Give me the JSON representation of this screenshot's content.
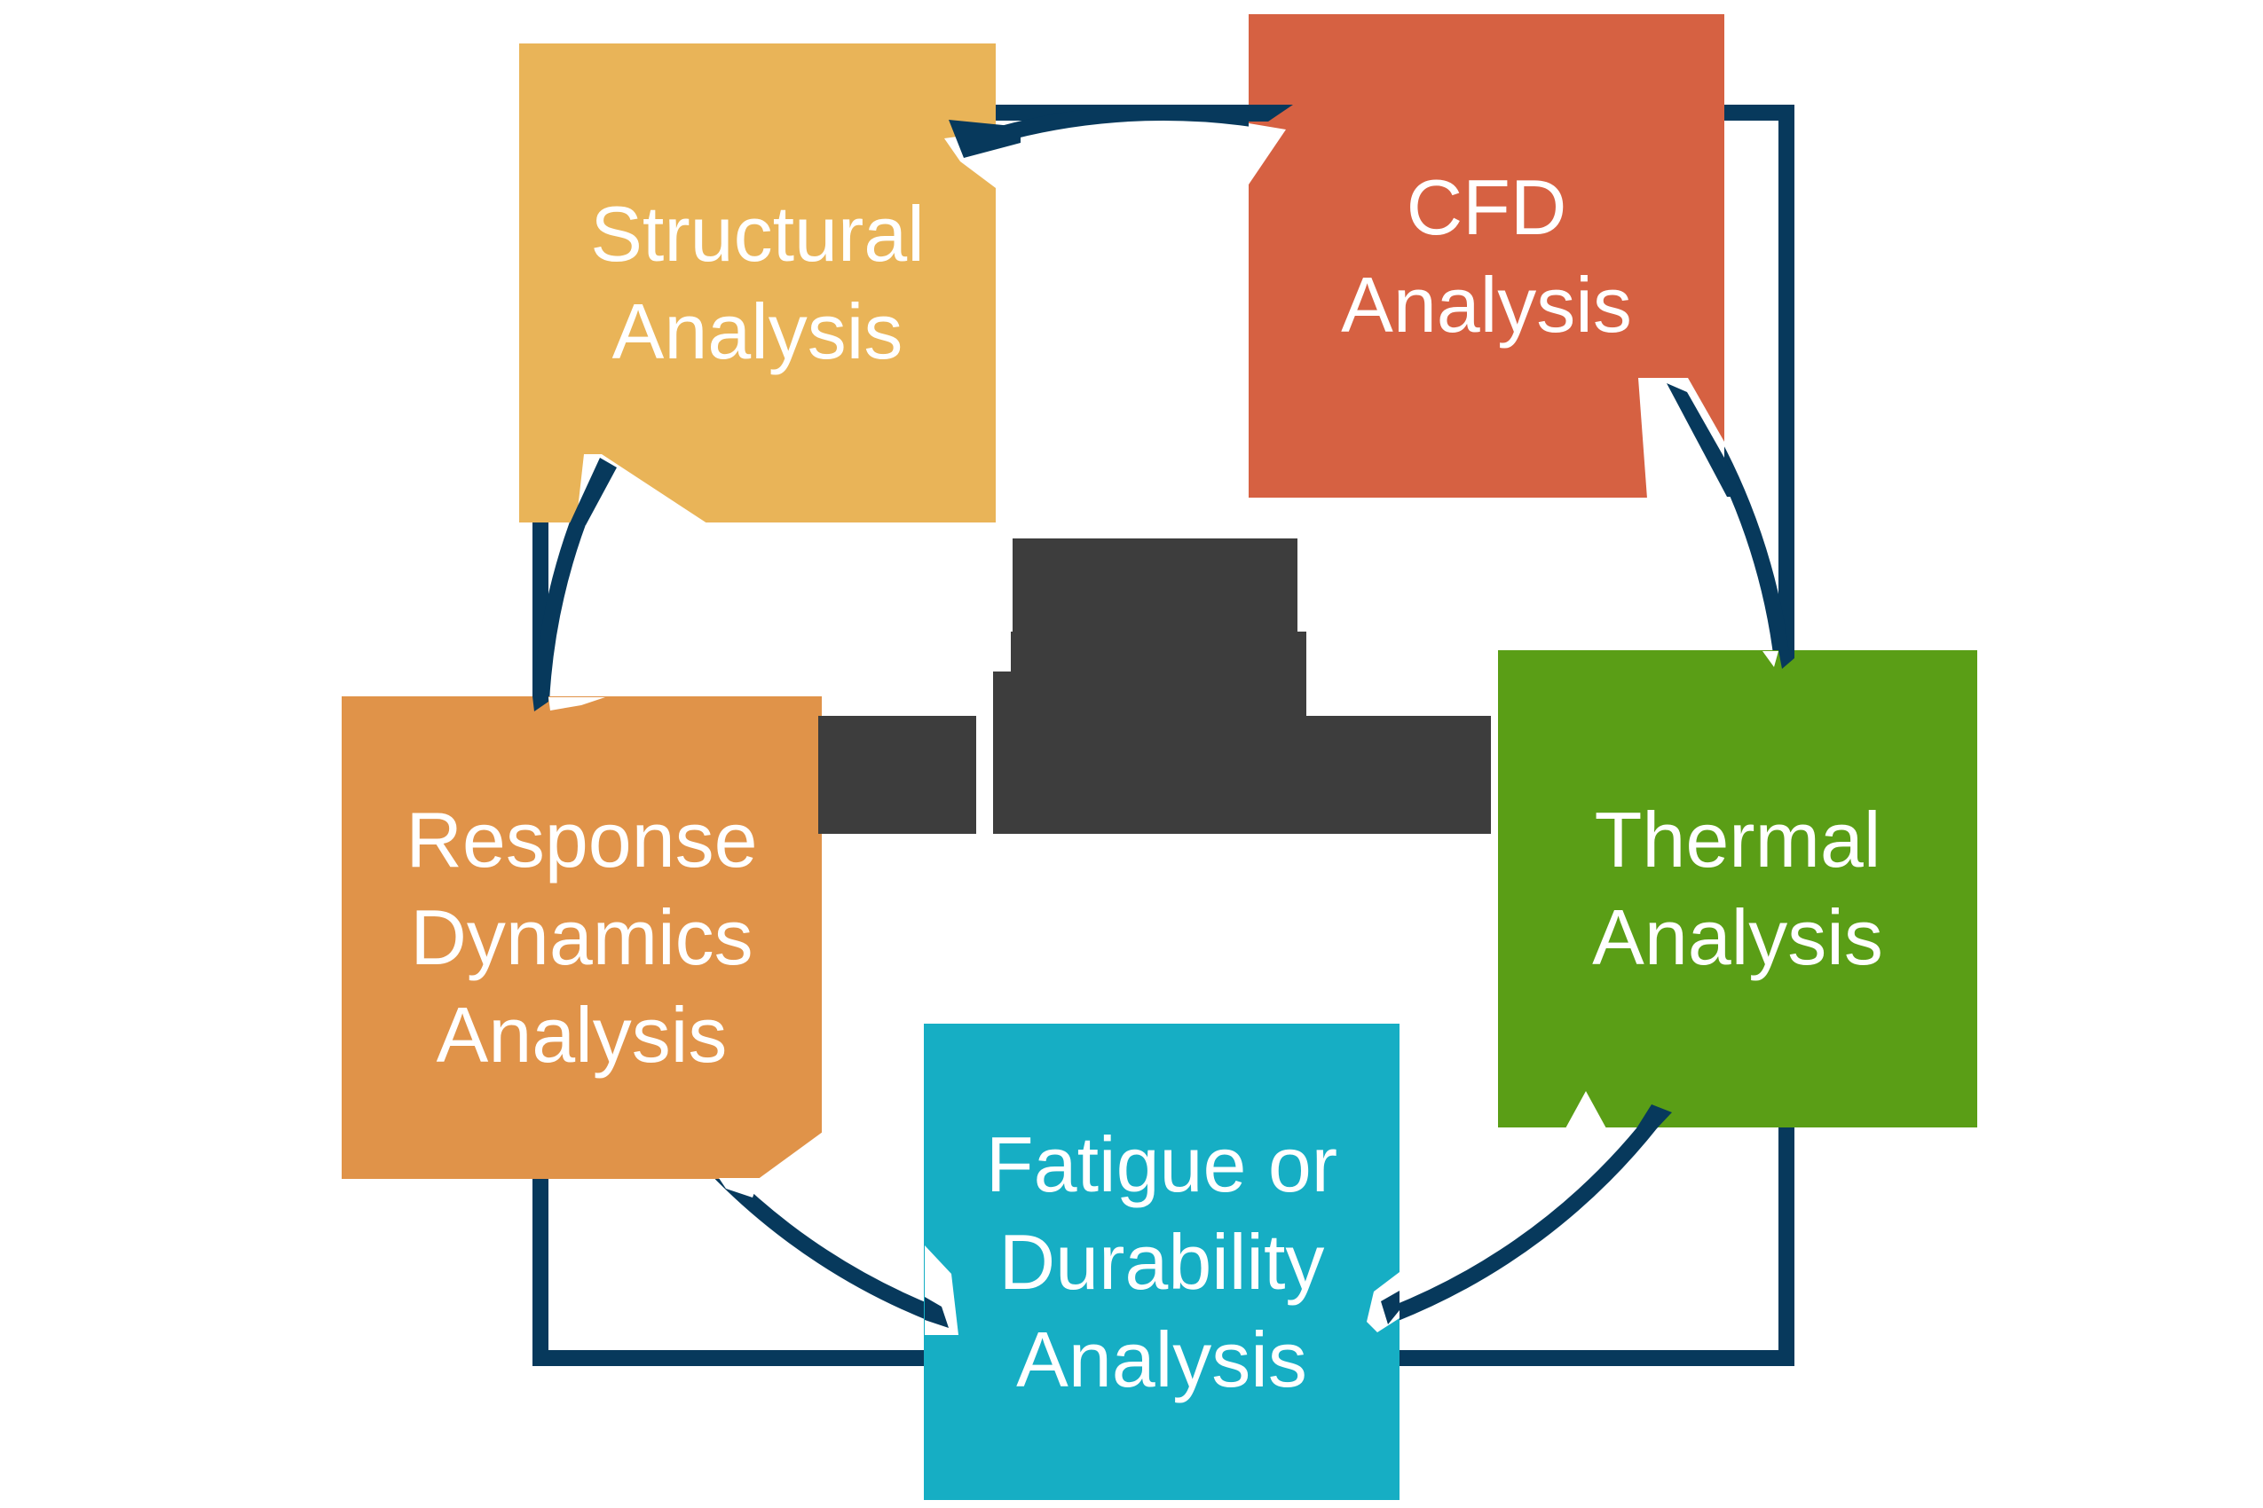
{
  "diagram": {
    "type": "cycle",
    "background": "#ffffff",
    "colors": {
      "ring": "#07395c",
      "center_shape": "#3d3d3d",
      "text": "#ffffff",
      "background": "#ffffff"
    },
    "nodes": [
      {
        "id": "structural",
        "label": "Structural\nAnalysis",
        "color": "#e9b458"
      },
      {
        "id": "cfd",
        "label": "CFD\nAnalysis",
        "color": "#d66142"
      },
      {
        "id": "thermal",
        "label": "Thermal\nAnalysis",
        "color": "#5a9e16"
      },
      {
        "id": "fatigue",
        "label": "Fatigue or\nDurability\nAnalysis",
        "color": "#16aec4"
      },
      {
        "id": "response",
        "label": "Response\nDynamics\nAnalysis",
        "color": "#e09349"
      }
    ]
  }
}
